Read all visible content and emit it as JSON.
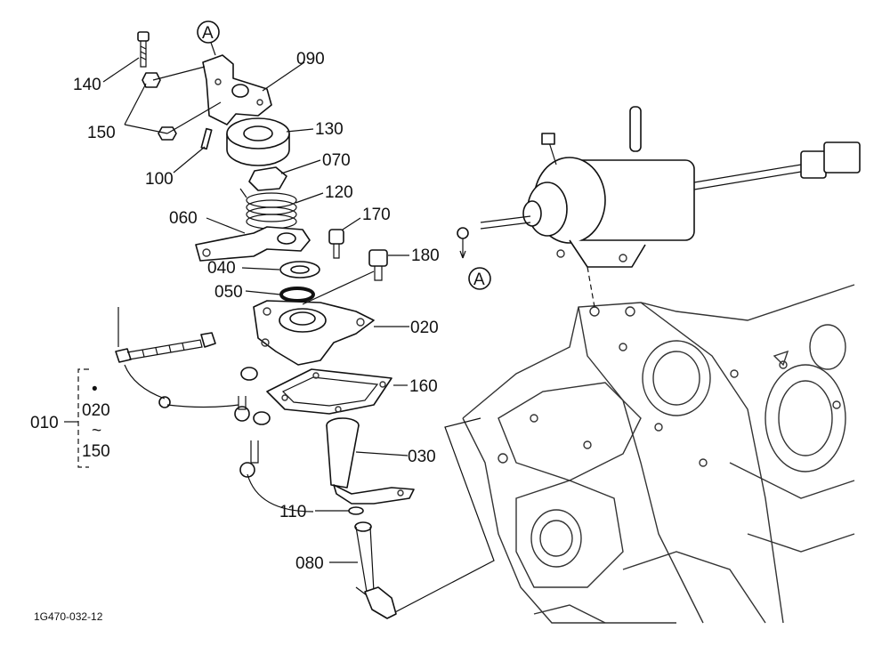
{
  "labels": {
    "a_top": "A",
    "a_right": "A",
    "p140": "140",
    "p090": "090",
    "p150": "150",
    "p130": "130",
    "p100": "100",
    "p070": "070",
    "p120": "120",
    "p060": "060",
    "p170": "170",
    "p180": "180",
    "p040": "040",
    "p050": "050",
    "p020": "020",
    "p160": "160",
    "p030": "030",
    "p110": "110",
    "p080": "080",
    "g010": "010",
    "g020": "020",
    "g_tilde": "~",
    "g150": "150",
    "g_dot": "•",
    "drawing_code": "1G470-032-12"
  }
}
